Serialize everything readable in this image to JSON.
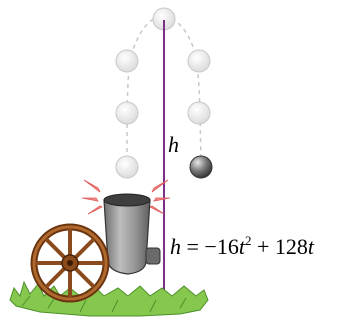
{
  "diagram": {
    "height_label": "h",
    "equation": {
      "lhs": "h",
      "equals": " = −16",
      "var1": "t",
      "exp": "2",
      "plus": " + 128",
      "var2": "t"
    }
  },
  "colors": {
    "height_line": "#7b2f86",
    "ghost_ball_fill": "#f2f2f2",
    "ghost_ball_stroke": "#c8c8c8",
    "path_dash": "#c8c8c8",
    "ball_dark": "#5a5a5a",
    "barrel": "#8c8c8c",
    "wheel": "#8a4a1c",
    "grass": "#7ec24a",
    "burst": "#f07a7a"
  },
  "icons": {
    "ghost_ball": "circle",
    "current_ball": "circle",
    "cannon": "cannon",
    "muzzle_flash": "burst",
    "grass": "grass"
  }
}
